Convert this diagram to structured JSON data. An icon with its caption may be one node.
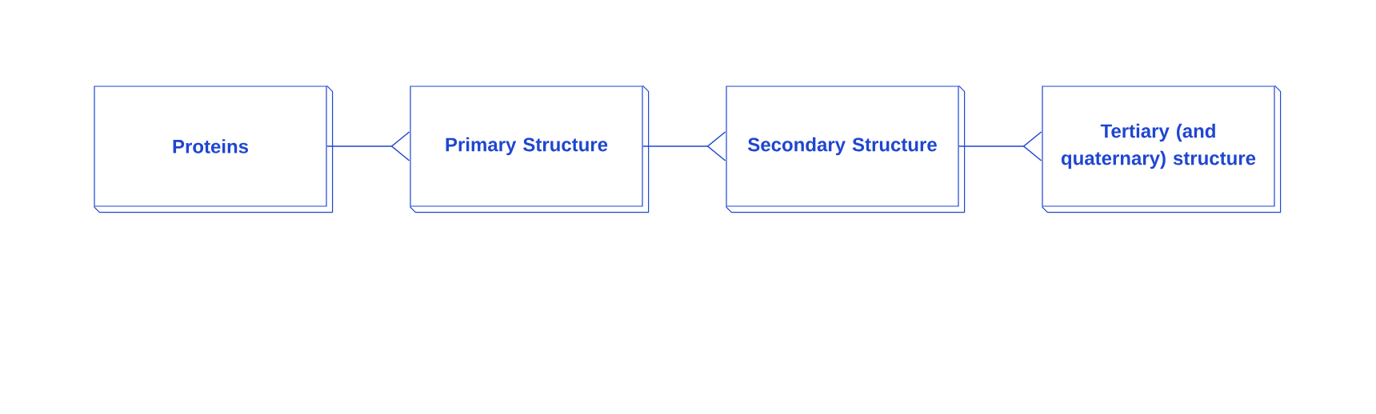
{
  "diagram": {
    "nodes": [
      {
        "text": [
          "Proteins"
        ]
      },
      {
        "text": [
          "Primary Structure"
        ]
      },
      {
        "text": [
          "Secondary Structure"
        ]
      },
      {
        "text": [
          "Tertiary (and quaternary) structure"
        ]
      }
    ],
    "edges": [
      {
        "from": 0,
        "to": 1,
        "arrow": "other"
      },
      {
        "from": 1,
        "to": 2,
        "arrow": "other"
      },
      {
        "from": 2,
        "to": 3,
        "arrow": "other"
      }
    ]
  }
}
